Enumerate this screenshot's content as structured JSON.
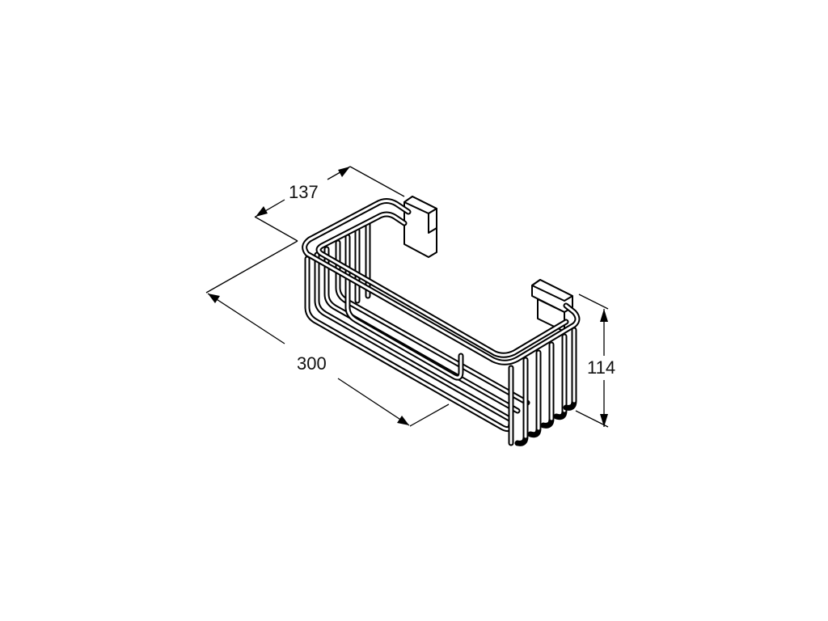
{
  "drawing": {
    "subject": "wire shower basket",
    "units": "mm",
    "dimensions": {
      "depth": {
        "label": "137"
      },
      "width": {
        "label": "300"
      },
      "height": {
        "label": "114"
      }
    },
    "colors": {
      "line": "#000000",
      "background": "#ffffff"
    }
  }
}
